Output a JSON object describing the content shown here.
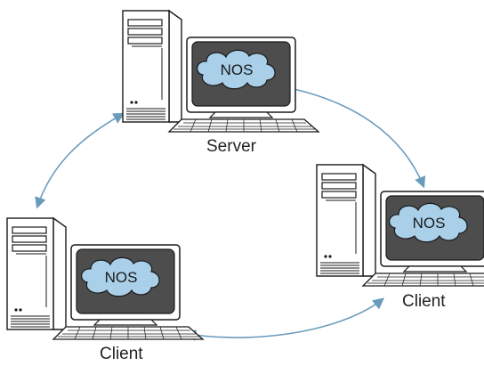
{
  "colors": {
    "arrow": "#6a9bbd",
    "cloud": "#a9cfe9",
    "screen": "#4d4d4d",
    "tower": "#ffffff",
    "line": "#1a1a1a"
  },
  "nodes": [
    {
      "id": "server",
      "label": "Server",
      "os_label": "NOS"
    },
    {
      "id": "client-right",
      "label": "Client",
      "os_label": "NOS"
    },
    {
      "id": "client-left",
      "label": "Client",
      "os_label": "NOS"
    }
  ],
  "links": [
    {
      "from": "server",
      "to": "client-right"
    },
    {
      "from": "server",
      "to": "client-left"
    },
    {
      "from": "client-left",
      "to": "client-right"
    }
  ],
  "icons": [
    "tower-icon",
    "monitor-icon",
    "keyboard-icon",
    "cloud-icon",
    "double-arrow-icon"
  ]
}
